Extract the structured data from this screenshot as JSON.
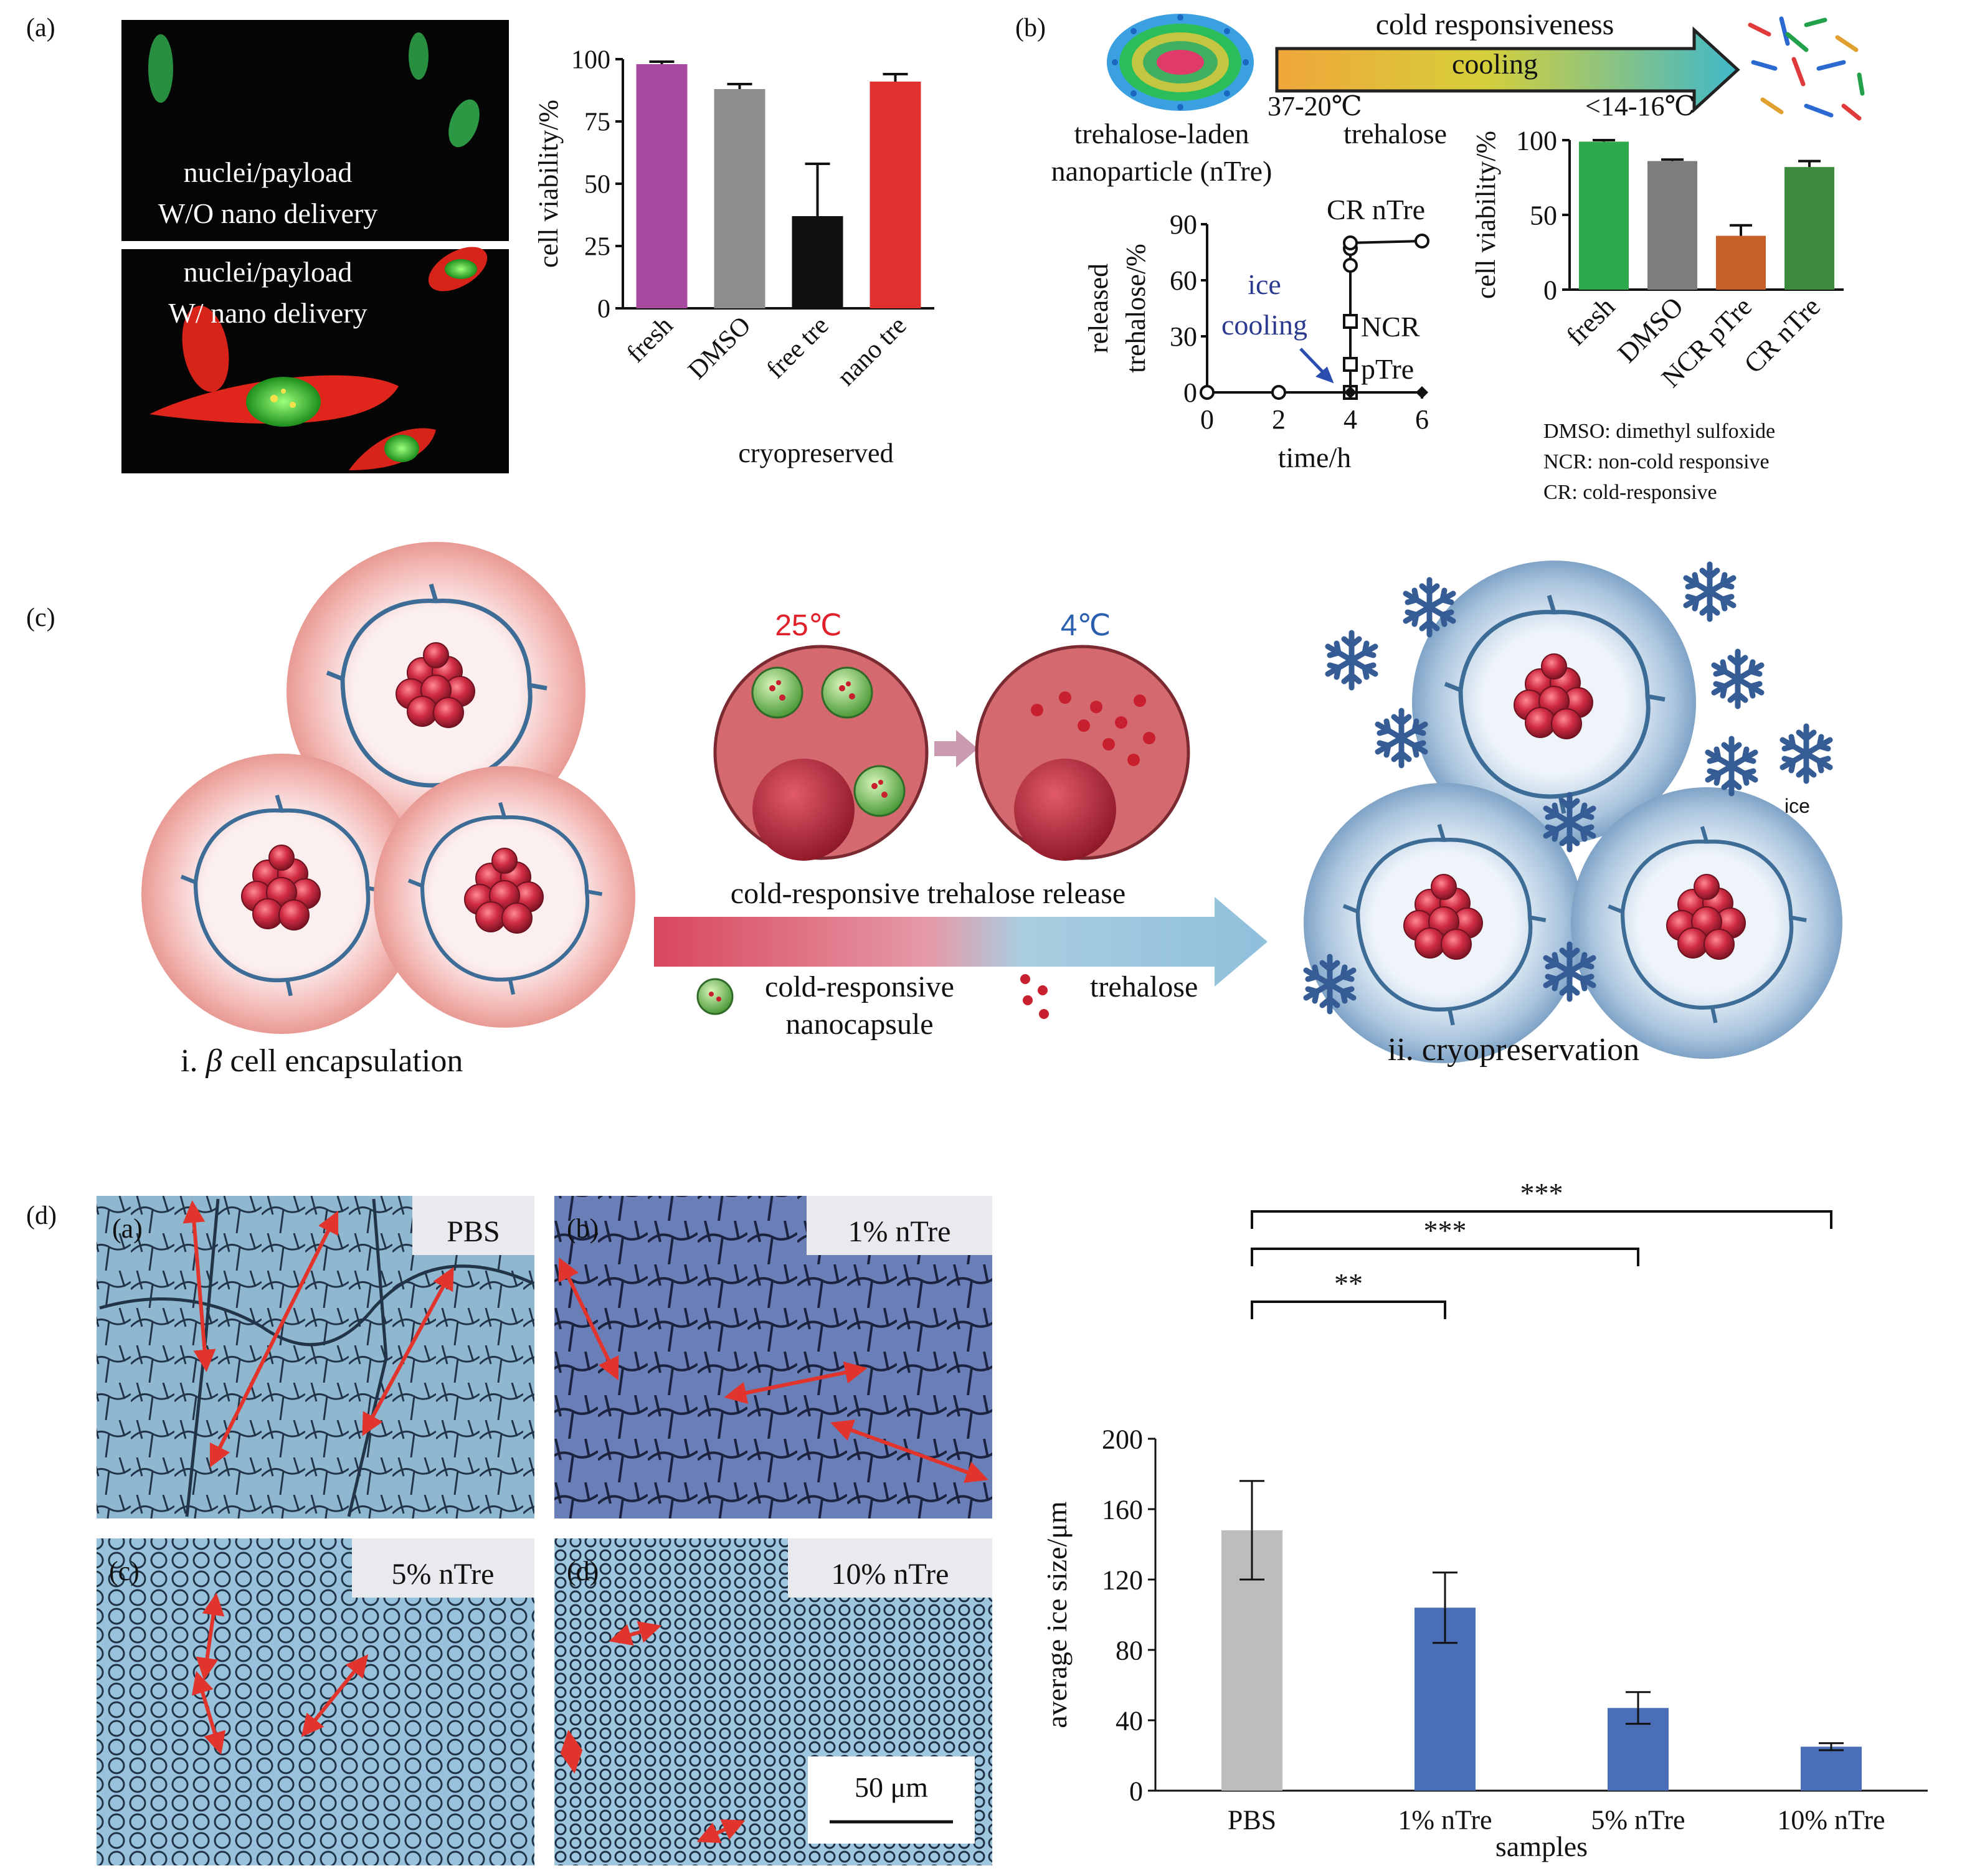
{
  "panel_labels": {
    "a": "(a)",
    "b": "(b)",
    "c": "(c)",
    "d": "(d)"
  },
  "panel_a": {
    "micro_top_line1": "nuclei/payload",
    "micro_top_line2": "W/O nano delivery",
    "micro_bottom_line1": "nuclei/payload",
    "micro_bottom_line2": "W/ nano delivery"
  },
  "panel_b": {
    "arrow_title": "cold responsiveness",
    "arrow_inner": "cooling",
    "temp_left": "37-20℃",
    "temp_right": "<14-16℃",
    "np_line1": "trehalose-laden",
    "np_line2": "nanoparticle (nTre)",
    "trehalose_label": "trehalose",
    "line_annotations": {
      "cr": "CR nTre",
      "ncr": "NCR",
      "ptre": "pTre",
      "ice1": "ice",
      "ice2": "cooling"
    },
    "legend": [
      "DMSO: dimethyl sulfoxide",
      "NCR: non-cold responsive",
      "CR: cold-responsive"
    ]
  },
  "panel_c": {
    "temp_warm": "25℃",
    "temp_cold": "4℃",
    "arrow_label": "cold-responsive trehalose release",
    "nano_line1": "cold-responsive",
    "nano_line2": "nanocapsule",
    "trehalose_legend": "trehalose",
    "step1_prefix": "i.",
    "step1_beta": "β",
    "step1_text": "cell encapsulation",
    "step2": "ii. cryopreservation",
    "ice": "ice"
  },
  "panel_d": {
    "tiles": [
      {
        "sub": "(a)",
        "label": "PBS"
      },
      {
        "sub": "(b)",
        "label": "1% nTre"
      },
      {
        "sub": "(c)",
        "label": "5% nTre"
      },
      {
        "sub": "(d)",
        "label": "10% nTre"
      }
    ],
    "scale_bar": "50 μm",
    "significance": [
      "**",
      "***",
      "***"
    ]
  },
  "colors": {
    "fresh_a": "#a64ba0",
    "dmso_a": "#8e8e8e",
    "free_tre": "#111111",
    "nano_tre": "#e03030",
    "fresh_b": "#2eaa4c",
    "dmso_b": "#7d7d7d",
    "ncr_ptre": "#c8602a",
    "cr_ntre": "#3c8a3c",
    "pbs_bar": "#bdbdbd",
    "ntre_bar": "#4a6fb6",
    "micro_bg": "#8fb7d0",
    "micro_bg_dark": "#5e6ea8"
  },
  "chart_data": [
    {
      "id": "a",
      "type": "bar",
      "categories": [
        "fresh",
        "DMSO",
        "free tre",
        "nano tre"
      ],
      "values": [
        98,
        88,
        37,
        91
      ],
      "errors": [
        1,
        2,
        21,
        3
      ],
      "ylabel": "cell viability/%",
      "xlabel": "cryopreserved",
      "ylim": [
        0,
        100
      ],
      "yticks": [
        0,
        25,
        50,
        75,
        100
      ]
    },
    {
      "id": "b_line",
      "type": "line",
      "xlabel": "time/h",
      "ylabel_line1": "released",
      "ylabel_line2": "trehalose/%",
      "xlim": [
        0,
        6
      ],
      "ylim": [
        0,
        90
      ],
      "xticks": [
        0,
        2,
        4,
        6
      ],
      "yticks": [
        0,
        30,
        60,
        90
      ],
      "series": [
        {
          "name": "CR nTre",
          "marker": "circle",
          "x": [
            0,
            2,
            4,
            4,
            4,
            4,
            6
          ],
          "y": [
            0,
            0,
            0,
            68,
            77,
            80,
            81
          ]
        },
        {
          "name": "NCR",
          "marker": "square",
          "x": [
            4,
            4,
            4
          ],
          "y": [
            0,
            15,
            38
          ]
        },
        {
          "name": "pTre",
          "marker": "diamond",
          "x": [
            4,
            6
          ],
          "y": [
            0,
            0
          ]
        }
      ]
    },
    {
      "id": "b_bar",
      "type": "bar",
      "categories": [
        "fresh",
        "DMSO",
        "NCR pTre",
        "CR nTre"
      ],
      "values": [
        99,
        86,
        36,
        82
      ],
      "errors": [
        1,
        1,
        7,
        4
      ],
      "ylabel": "cell viability/%",
      "ylim": [
        0,
        100
      ],
      "yticks": [
        0,
        50,
        100
      ]
    },
    {
      "id": "d",
      "type": "bar",
      "categories": [
        "PBS",
        "1% nTre",
        "5% nTre",
        "10% nTre"
      ],
      "values": [
        148,
        104,
        47,
        25
      ],
      "errors": [
        28,
        20,
        9,
        2
      ],
      "ylabel": "average ice size/μm",
      "xlabel": "samples",
      "ylim": [
        0,
        200
      ],
      "yticks": [
        0,
        40,
        80,
        120,
        160,
        200
      ]
    }
  ]
}
